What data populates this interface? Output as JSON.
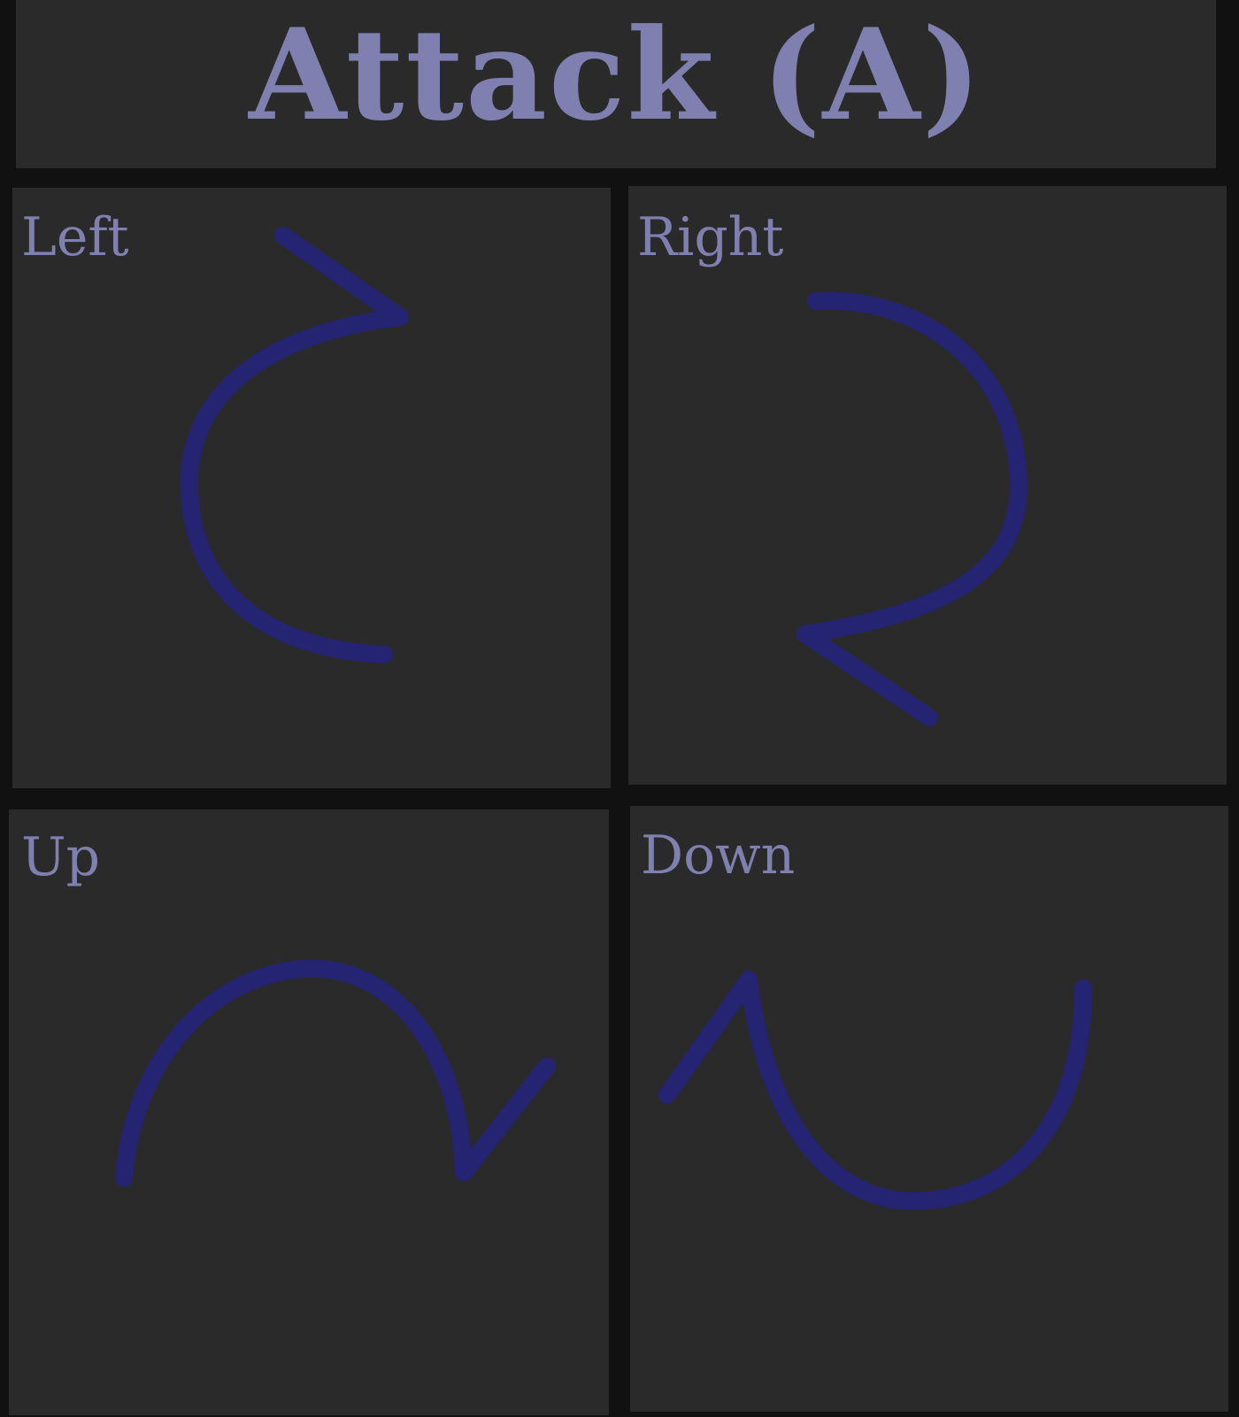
{
  "title": "Attack (A)",
  "colors": {
    "text": "#8080b0",
    "stroke": "#23237a",
    "panel_background": "#2a2a2a",
    "border": "#111111"
  },
  "panels": [
    {
      "label": "Left",
      "gesture": "counterclockwise-arc-arrow-icon"
    },
    {
      "label": "Right",
      "gesture": "clockwise-arc-arrow-icon"
    },
    {
      "label": "Up",
      "gesture": "arch-with-check-tail-icon"
    },
    {
      "label": "Down",
      "gesture": "check-into-u-curve-icon"
    }
  ]
}
